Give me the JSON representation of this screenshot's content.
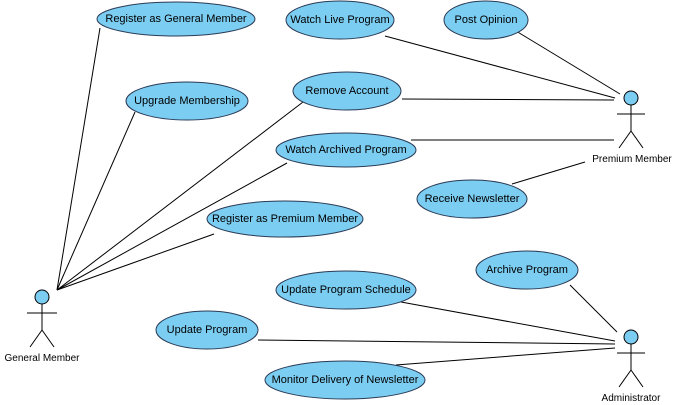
{
  "colors": {
    "use_case_fill": "#7ccdf2",
    "use_case_stroke": "#2a3a55",
    "line": "#000000"
  },
  "actors": {
    "general_member": "General Member",
    "premium_member": "Premium Member",
    "administrator": "Administrator"
  },
  "use_cases": {
    "register_general": "Register as General Member",
    "watch_live": "Watch Live Program",
    "post_opinion": "Post Opinion",
    "upgrade_membership": "Upgrade Membership",
    "remove_account": "Remove Account",
    "watch_archived": "Watch Archived Program",
    "receive_newsletter": "Receive Newsletter",
    "register_premium": "Register as Premium Member",
    "archive_program": "Archive Program",
    "update_schedule": "Update Program Schedule",
    "update_program": "Update Program",
    "monitor_newsletter": "Monitor Delivery of Newsletter"
  }
}
